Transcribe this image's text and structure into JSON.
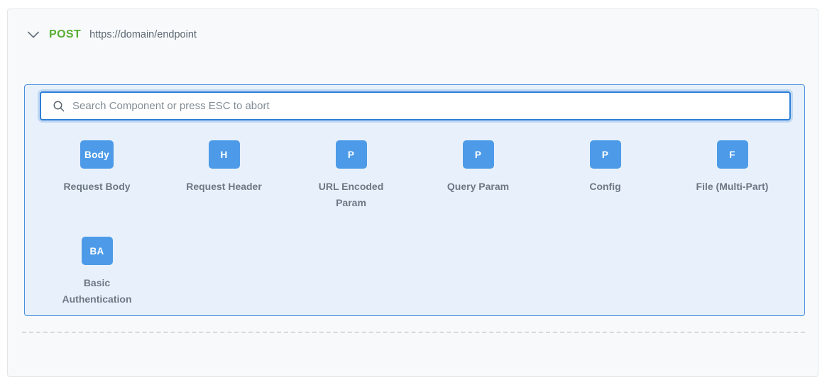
{
  "request": {
    "method": "POST",
    "url": "https://domain/endpoint"
  },
  "search": {
    "placeholder": "Search Component or press ESC to abort"
  },
  "components": [
    {
      "badge": "Body",
      "label": "Request Body"
    },
    {
      "badge": "H",
      "label": "Request Header"
    },
    {
      "badge": "P",
      "label": "URL Encoded Param"
    },
    {
      "badge": "P",
      "label": "Query Param"
    },
    {
      "badge": "P",
      "label": "Config"
    },
    {
      "badge": "F",
      "label": "File (Multi-Part)"
    },
    {
      "badge": "BA",
      "label": "Basic Authentication"
    }
  ],
  "colors": {
    "method_green": "#57ae33",
    "tile_blue": "#4d9be8",
    "panel_bg": "#e8f1fb",
    "panel_border": "#4a90e2",
    "input_border": "#2d7fd9",
    "label_gray": "#6d7884"
  }
}
